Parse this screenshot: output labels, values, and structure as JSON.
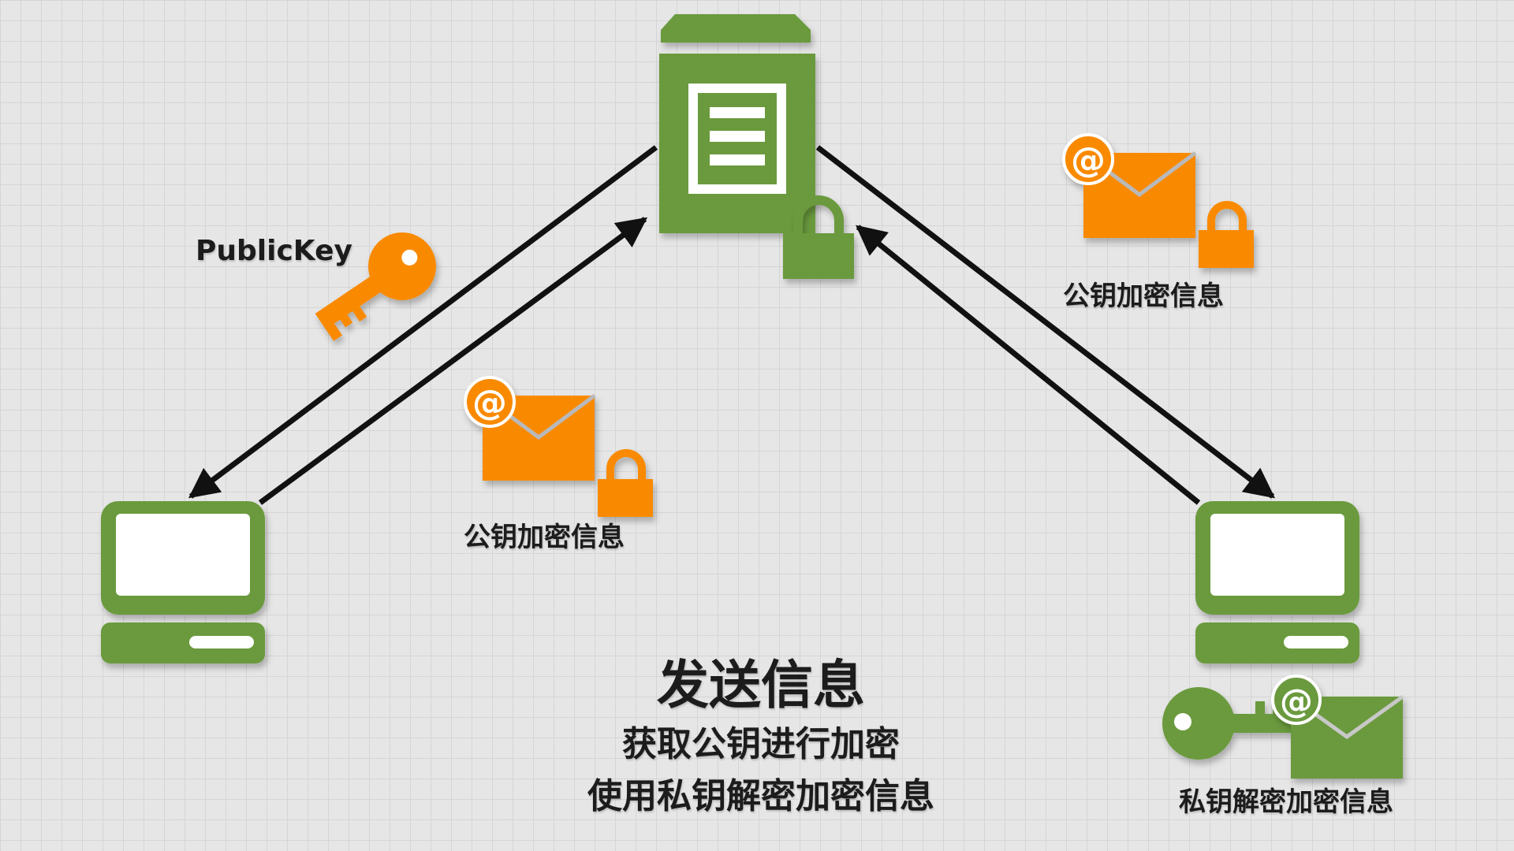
{
  "labels": {
    "public_key": "PublicKey",
    "left_encrypted": "公钥加密信息",
    "right_encrypted": "公钥加密信息",
    "private_decrypt": "私钥解密加密信息"
  },
  "caption": {
    "title": "发送信息",
    "line1": "获取公钥进行加密",
    "line2": "使用私钥解密加密信息"
  },
  "icons": {
    "server": "document-server-icon",
    "server_lock": "lock-icon",
    "left_client": "computer-icon",
    "right_client": "computer-icon",
    "public_key": "key-icon",
    "private_key": "key-icon",
    "mail": "email-icon"
  },
  "colors": {
    "green": "#6b9a3c",
    "green_dark": "#4f7a27",
    "orange": "#f98a06",
    "orange_dark": "#c96a00",
    "arrow": "#111111",
    "background": "#e6e6e6",
    "grid": "#d5d5d5"
  }
}
